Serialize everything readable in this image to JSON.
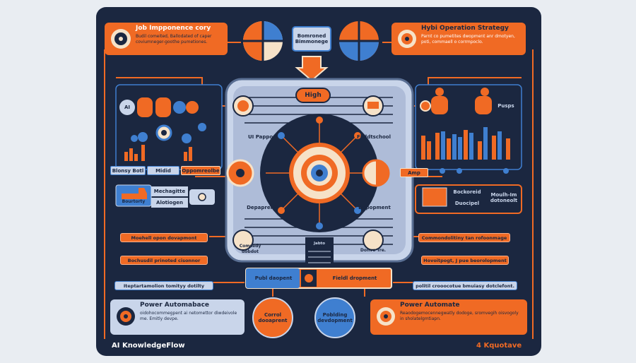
{
  "cards": {
    "top_left": {
      "title": "Job Impponence cory",
      "desc": "Budil comeited, Ballodated of caper coviumneger-goothe pumetiones."
    },
    "top_right": {
      "title": "Hybi Operation Strategy",
      "desc": "Parnt co pumetites dwopment anr dmotyen, poti, commaell o corrmpoclo."
    },
    "bottom_left": {
      "title": "Power Automabace",
      "desc": "oidohocommegpent ai netomettor diwdeivole me. Emitly devpe."
    },
    "bottom_right": {
      "title": "Power Automate",
      "desc": "Reaodogemocennegwatly dodoge, sromvegih oisvogoly in sholatelgmtiapn."
    }
  },
  "top_center_label": "Bomroned Bimmonege",
  "center": {
    "badge": "High",
    "left_label": "UI Papport",
    "right_label": "Fieldtschool",
    "bottom_left_label": "Depaprent",
    "bottom_right_label": "Depopment",
    "lower_left_label": "Comsedy dobdot",
    "lower_right_label": "Donve Tre.",
    "column_label": "Jabto"
  },
  "left_panel": {
    "ai_label": "AI",
    "tabs": [
      "Blonsy Botl",
      "Midid",
      "Oppomreolbe"
    ],
    "row_labels": [
      "Mechagitte",
      "Alotiogen"
    ],
    "truck_caption": "Bourtorty"
  },
  "right_panel": {
    "label": "Pusps",
    "mid_label": "Amp",
    "box_labels": [
      "Bockoreid",
      "Duocipel"
    ],
    "side_label": "Moulh-Im dotoneolt"
  },
  "left_bars": [
    "Moehell opon dovapmont",
    "Bochusdil prinoted cisonnor",
    "Iteptartamolion tomityy dotilty"
  ],
  "right_bars": [
    "Commondolitiny tan rofoonmage",
    "Hovoitpogt, J pue beorolopment",
    "politil crooocotue bmuiasy dotclefont."
  ],
  "bottom_center": {
    "left_label": "Publ daopent",
    "right_label": "Fieldl dropment",
    "left_circle": "Corrol dooaprent",
    "right_circle": "Poblding devdopment"
  },
  "footer": {
    "left": "AI KnowledgeFlow",
    "right": "4 Kquotave"
  },
  "colors": {
    "navy": "#1b2740",
    "orange": "#f06a24",
    "blue": "#3f7fd0",
    "light": "#c9d5ea",
    "cream": "#f6e2c8"
  }
}
